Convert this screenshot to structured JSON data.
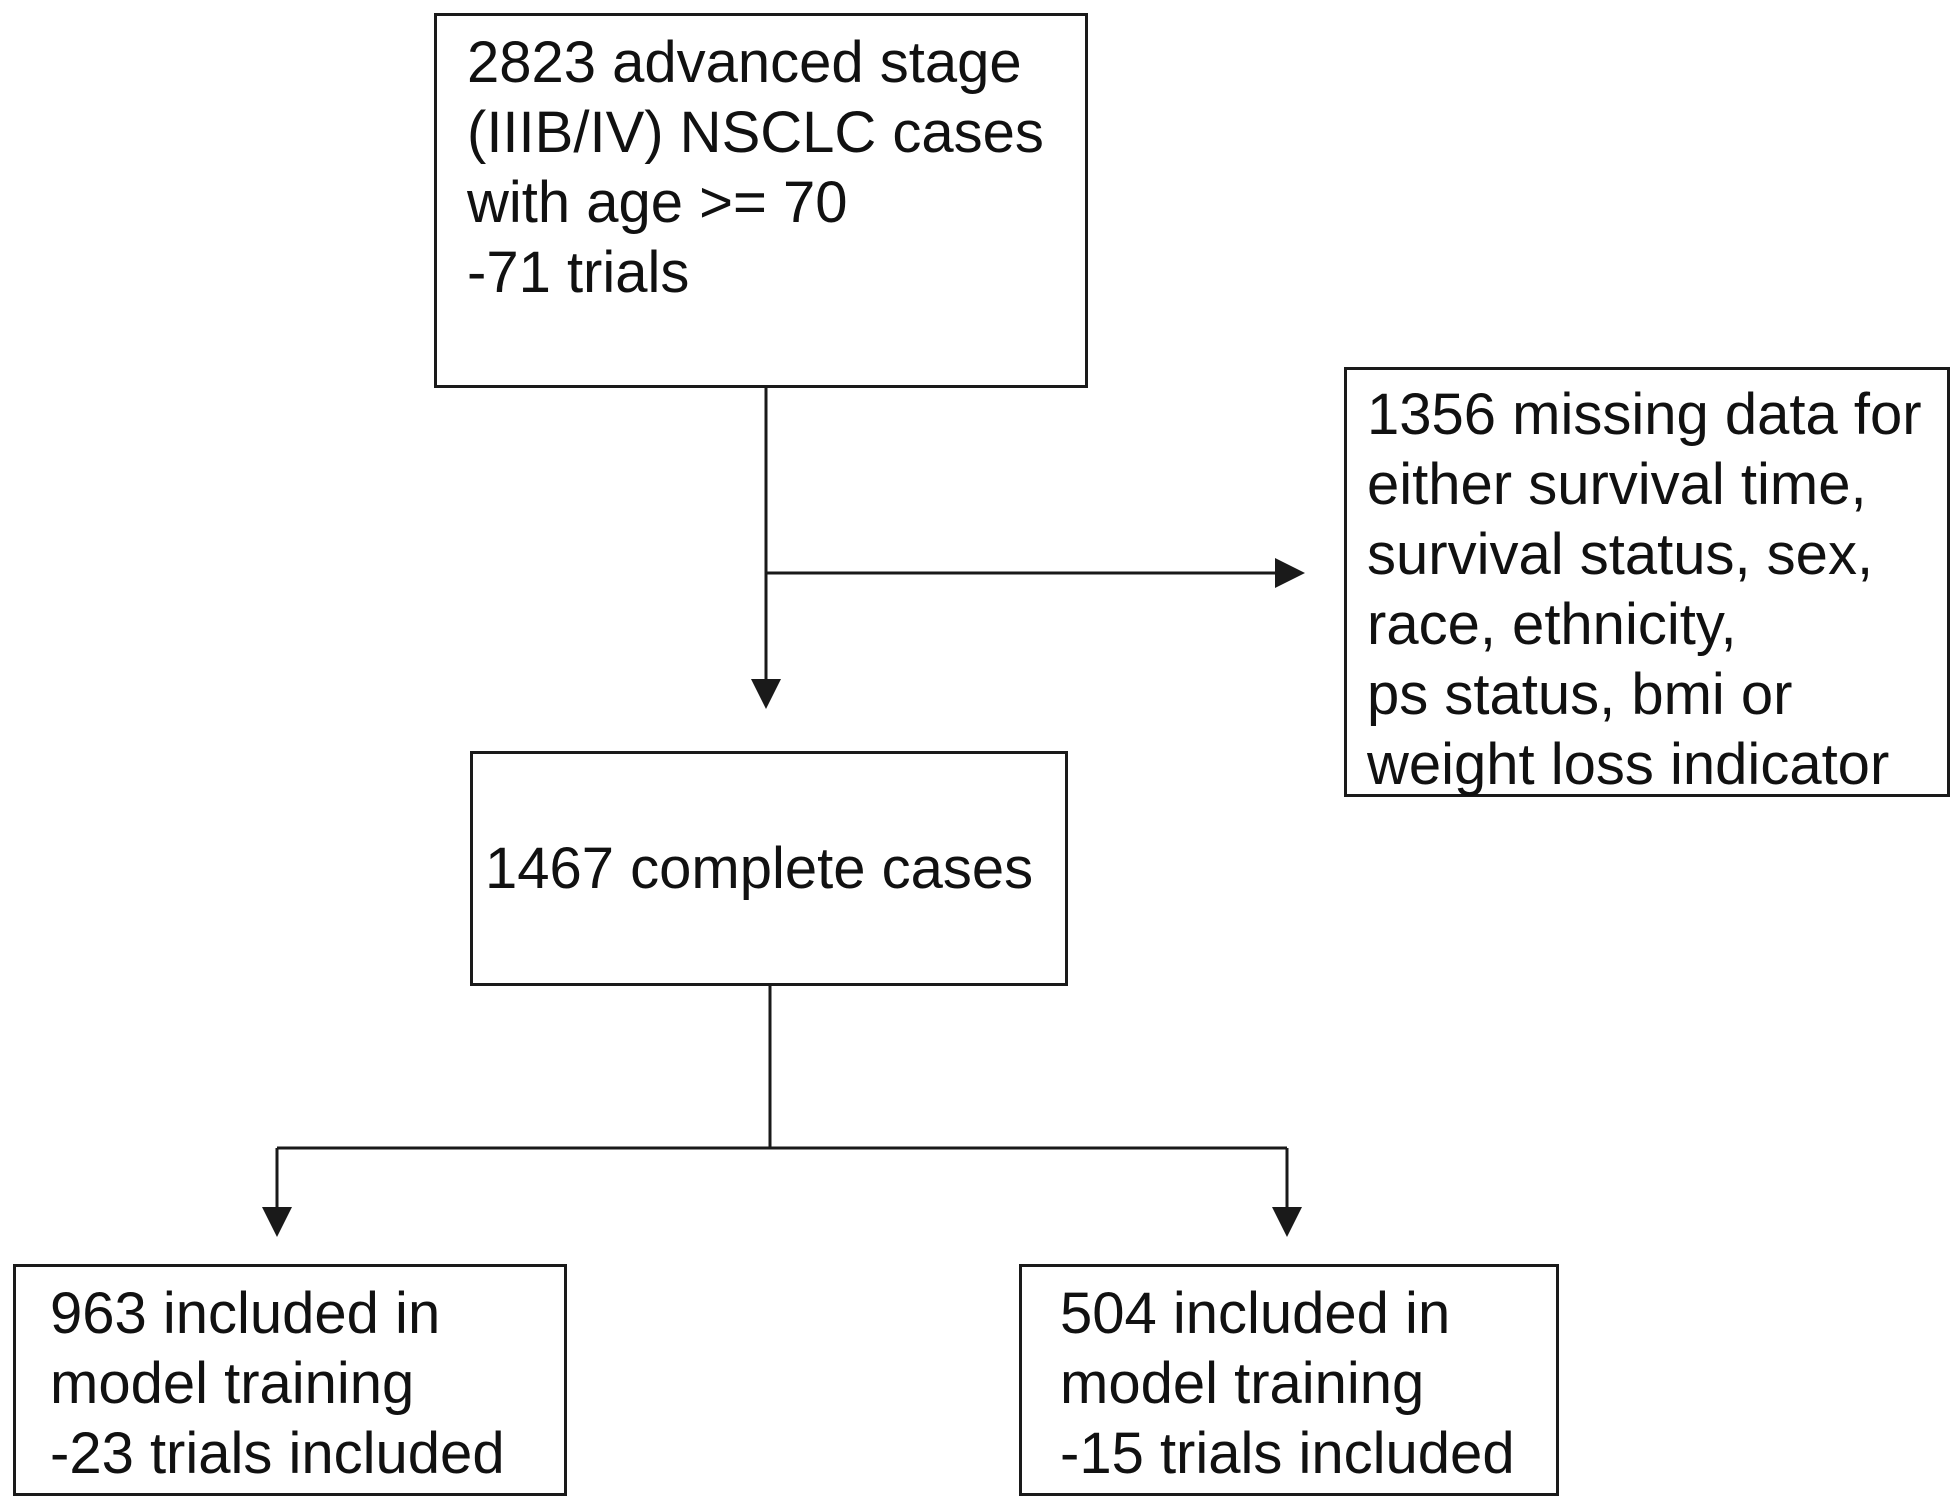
{
  "flowchart": {
    "start_box": {
      "lines": [
        "2823 advanced stage",
        "(IIIB/IV) NSCLC cases",
        "with age >= 70",
        "-71 trials"
      ]
    },
    "excluded_box": {
      "lines": [
        "1356 missing data for",
        "either survival time,",
        "survival status, sex,",
        "race, ethnicity,",
        "ps status, bmi or",
        "weight loss indicator"
      ]
    },
    "complete_box": {
      "lines": [
        "1467 complete cases"
      ]
    },
    "left_box": {
      "lines": [
        "963 included in",
        "model training",
        "-23 trials included"
      ]
    },
    "right_box": {
      "lines": [
        "504 included in",
        "model training",
        "-15 trials included"
      ]
    }
  }
}
